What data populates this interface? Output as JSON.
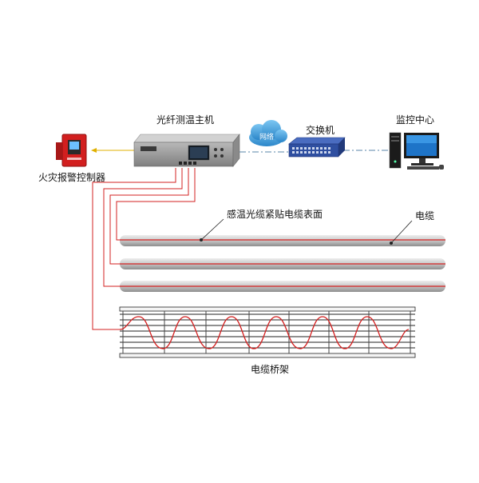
{
  "labels": {
    "host": "光纤测温主机",
    "fire_alarm": "火灾报警控制器",
    "switch": "交换机",
    "monitor_center": "监控中心",
    "network": "网络",
    "fiber_on_cable": "感温光缆紧贴电缆表面",
    "cable": "电缆",
    "cable_tray": "电缆桥架"
  },
  "colors": {
    "fiber": "#d32020",
    "arrow": "#e0b000",
    "link": "#5a86a8",
    "cable_body": "#bcbcbc",
    "device_body": "#9a9a9a",
    "fire_panel": "#d21f1f",
    "switch_blue": "#2f4fa0",
    "cloud": "#3a9ad8"
  },
  "icons": {
    "host": "fiber-temperature-host-icon",
    "fire_alarm": "fire-alarm-panel-icon",
    "switch": "network-switch-icon",
    "monitor": "computer-monitor-icon",
    "tower": "pc-tower-icon",
    "network": "cloud-icon"
  }
}
